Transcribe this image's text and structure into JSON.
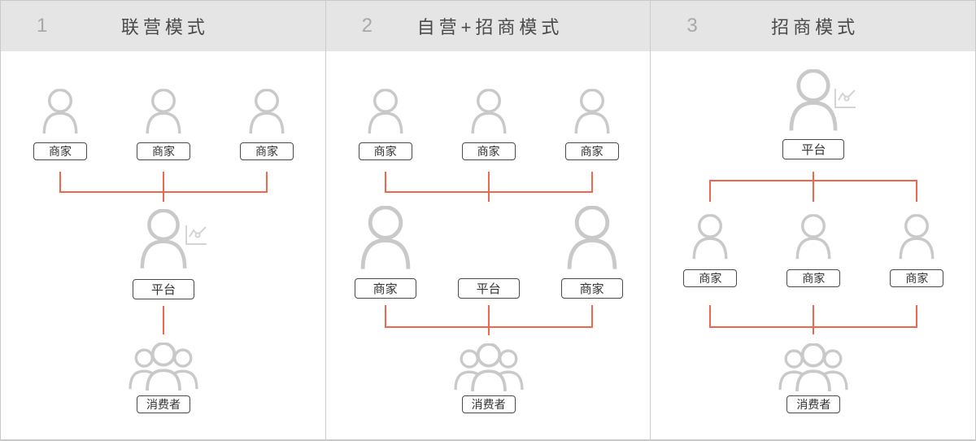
{
  "colors": {
    "accent_red": "#f2664b",
    "person_icon_gray": "#c9c9c9",
    "chart_icon_gray": "#d4d4d4",
    "header_bg": "#e5e5e5",
    "frame_border": "#c9c9c9",
    "title_text": "#4a4a4a",
    "number_text": "#a8a8a8",
    "label_text": "#333333",
    "label_border": "#4a4a4a"
  },
  "icons": {
    "person": "single-person-outline",
    "person_with_chart": "person-with-line-chart-badge",
    "chart": "line-chart",
    "group": "three-people-group"
  },
  "columns": [
    {
      "number": "1",
      "title": "联营模式",
      "top_labels": [
        "商家",
        "商家",
        "商家"
      ],
      "platform_label": "平台",
      "consumer_label": "消费者"
    },
    {
      "number": "2",
      "title": "自营+招商模式",
      "top_labels": [
        "商家",
        "商家",
        "商家"
      ],
      "mid_labels": [
        "商家",
        "平台",
        "商家"
      ],
      "consumer_label": "消费者"
    },
    {
      "number": "3",
      "title": "招商模式",
      "platform_label": "平台",
      "mid_labels": [
        "商家",
        "商家",
        "商家"
      ],
      "consumer_label": "消费者"
    }
  ]
}
